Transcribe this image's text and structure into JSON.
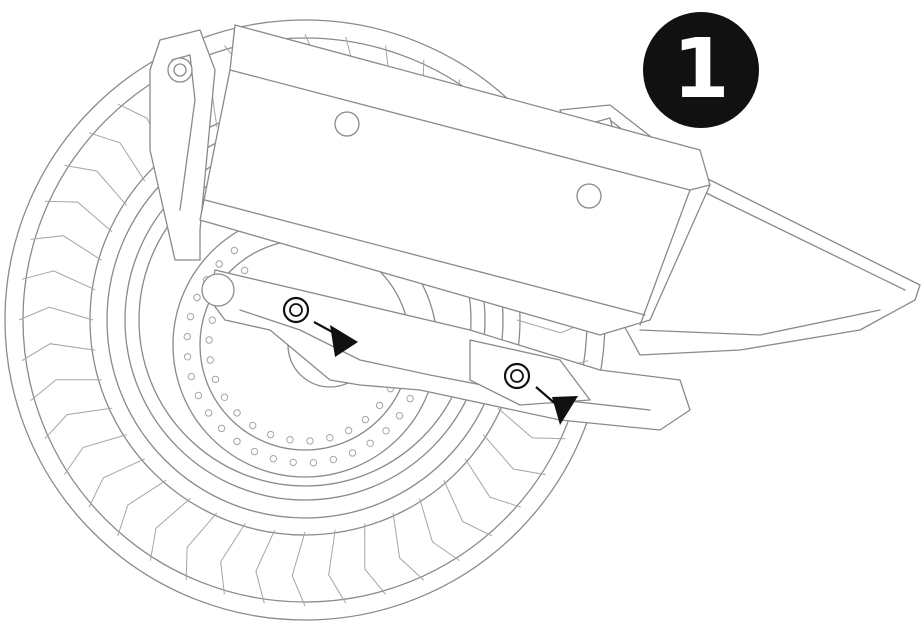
{
  "step": {
    "number": "1"
  },
  "colors": {
    "line_art": "#8a8a8a",
    "badge_fill": "#111111",
    "badge_text": "#ffffff",
    "arrow": "#111111",
    "background": "#ffffff"
  },
  "parts": {
    "nut_count": 2,
    "arrow_count": 2
  }
}
